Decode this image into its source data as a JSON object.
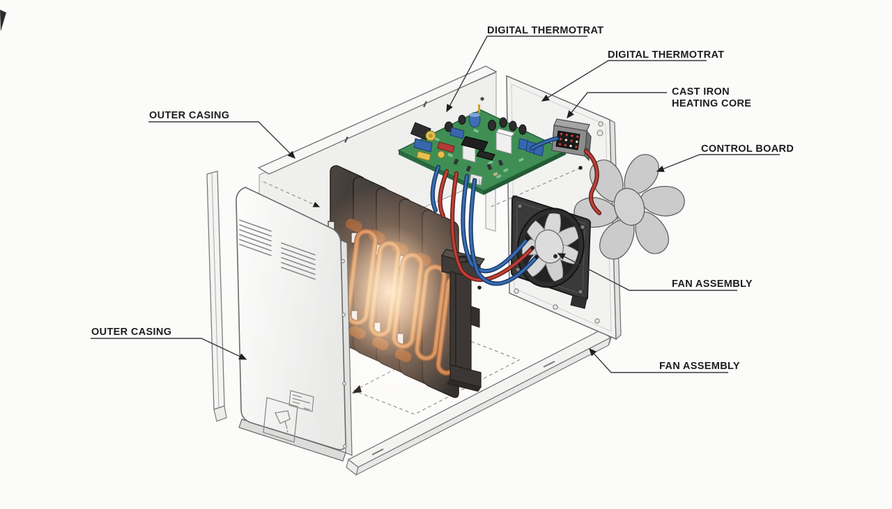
{
  "diagram": {
    "kind": "exploded-technical-illustration",
    "subject": "electric heater with cast iron core, fan and control electronics",
    "labels": {
      "digital_thermostat_top": "DIGITAL THERMOTRAT",
      "digital_thermostat_side": "DIGITAL THERMOTRAT",
      "cast_iron_line1": "CAST IRON",
      "cast_iron_line2": "HEATING CORE",
      "control_board": "CONTROL BOARD",
      "outer_casing_rear": "OUTER CASING",
      "outer_casing_front": "OUTER CASING",
      "fan_assembly_upper": "FAN ASSEMBLY",
      "fan_assembly_lower": "FAN ASSEMBLY"
    },
    "colors": {
      "background": "#fbfbfa",
      "label_text": "#1d1d1d",
      "leader_line": "#3a3a3a",
      "casing": "#f2f2f1",
      "casing_stroke": "#6f6f6f",
      "heating_core": "#3d3937",
      "heat_glow": "#ffb27d",
      "copper_coil": "#cd7f4e",
      "pcb_green": "#3f8f55",
      "wire_red": "#c04038",
      "wire_blue": "#3a6cb4",
      "fan_frame": "#353535",
      "fan_blade": "#d6d6d6",
      "display_body": "#8d8d8d",
      "display_screen": "#1a1a1a",
      "display_led": "#cc3b3b"
    }
  }
}
